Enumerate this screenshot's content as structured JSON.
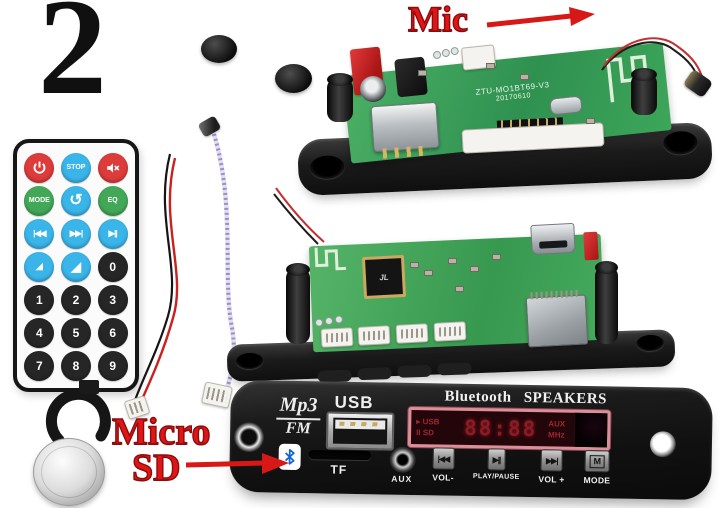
{
  "annotations": {
    "index_number": "2",
    "mic_label": "Mic",
    "micro_sd_label_line1": "Micro",
    "micro_sd_label_line2": "SD",
    "annotation_color": "#d81717"
  },
  "remote": {
    "buttons": [
      {
        "name": "power",
        "type": "icon",
        "value": "power",
        "bg": "#de3b3b"
      },
      {
        "name": "stop",
        "type": "text",
        "value": "STOP",
        "bg": "#3ab5ea"
      },
      {
        "name": "mute",
        "type": "icon",
        "value": "mute",
        "bg": "#de3b3b"
      },
      {
        "name": "mode",
        "type": "text",
        "value": "MODE",
        "bg": "#42a858"
      },
      {
        "name": "repeat",
        "type": "icon",
        "value": "loop",
        "bg": "#3ab5ea"
      },
      {
        "name": "eq",
        "type": "text",
        "value": "EQ",
        "bg": "#42a858"
      },
      {
        "name": "previous",
        "type": "icon",
        "value": "prev",
        "bg": "#3ab5ea"
      },
      {
        "name": "next",
        "type": "icon",
        "value": "next",
        "bg": "#3ab5ea"
      },
      {
        "name": "play-pause",
        "type": "icon",
        "value": "playpause",
        "bg": "#3ab5ea"
      },
      {
        "name": "vol-down",
        "type": "icon",
        "value": "vol-down",
        "bg": "#3ab5ea"
      },
      {
        "name": "vol-up",
        "type": "icon",
        "value": "vol-up",
        "bg": "#3ab5ea"
      },
      {
        "name": "digit-0",
        "type": "text",
        "value": "0",
        "bg": "#262626"
      },
      {
        "name": "digit-1",
        "type": "text",
        "value": "1",
        "bg": "#262626"
      },
      {
        "name": "digit-2",
        "type": "text",
        "value": "2",
        "bg": "#262626"
      },
      {
        "name": "digit-3",
        "type": "text",
        "value": "3",
        "bg": "#262626"
      },
      {
        "name": "digit-4",
        "type": "text",
        "value": "4",
        "bg": "#262626"
      },
      {
        "name": "digit-5",
        "type": "text",
        "value": "5",
        "bg": "#262626"
      },
      {
        "name": "digit-6",
        "type": "text",
        "value": "6",
        "bg": "#262626"
      },
      {
        "name": "digit-7",
        "type": "text",
        "value": "7",
        "bg": "#262626"
      },
      {
        "name": "digit-8",
        "type": "text",
        "value": "8",
        "bg": "#262626"
      },
      {
        "name": "digit-9",
        "type": "text",
        "value": "9",
        "bg": "#262626"
      }
    ]
  },
  "boards": {
    "top_board": {
      "silkscreen_model": "ZTU-MO1BT69-V3",
      "silkscreen_date": "20170610"
    },
    "main_board": {
      "chip_marking": "JL"
    }
  },
  "front_panel": {
    "brand_top": "Mp3",
    "brand_bottom": "FM",
    "usb_label": "USB",
    "tf_label": "TF",
    "aux_label": "AUX",
    "title": "Bluetooth SPEAKERS",
    "display": {
      "indicator_top_left": "USB",
      "indicator_bottom_left": "SD",
      "digits": "88:88",
      "indicator_top_right": "AUX",
      "indicator_bottom_right": "MHz"
    },
    "buttons": [
      {
        "name": "vol-minus",
        "icon": "prev",
        "label": "VOL-"
      },
      {
        "name": "play-pause",
        "icon": "playpause",
        "label": "PLAY/PAUSE"
      },
      {
        "name": "vol-plus",
        "icon": "next",
        "label": "VOL +"
      },
      {
        "name": "mode",
        "icon": "mode",
        "label": "MODE"
      }
    ]
  }
}
